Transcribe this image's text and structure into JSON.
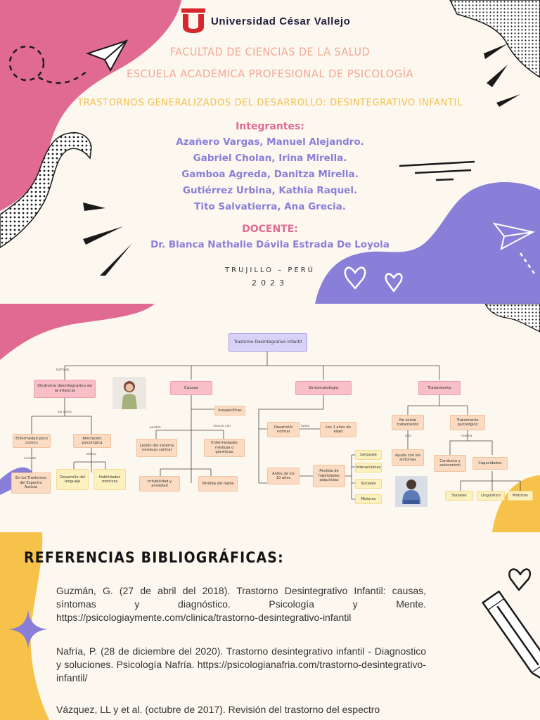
{
  "university": {
    "name": "Universidad César Vallejo"
  },
  "cover": {
    "faculty": "FACULTAD DE CIENCIAS DE LA SALUD",
    "school": "ESCUELA ACADÉMICA PROFESIONAL DE PSICOLOGÍA",
    "title": "TRASTORNOS GENERALIZADOS DEL DESARROLLO: DESINTEGRATIVO INFANTIL",
    "members_label": "Integrantes:",
    "members": [
      "Azañero Vargas, Manuel Alejandro.",
      "Gabriel Cholan, Irina Mirella.",
      "Gamboa Agreda, Danitza Mirella.",
      "Gutiérrez Urbina, Kathia Raquel.",
      "Tito Salvatierra, Ana Grecia."
    ],
    "teacher_label": "DOCENTE:",
    "teacher": "Dr. Blanca Nathalie Dávila Estrada De Loyola",
    "place": "TRUJILLO – PERÚ",
    "year": "2023",
    "colors": {
      "pink": "#e06a92",
      "purple": "#8a7fd8",
      "peach": "#f4a896",
      "yellow": "#f2c14e"
    }
  },
  "concept_map": {
    "root": "Trastorno Desintegrativo Infantil",
    "link_defined": "Definido",
    "categories": {
      "syndrome": "Síndrome desintegrativo de la infancia",
      "causes": "Causas",
      "symptoms": "Sintomatología",
      "treatment": "Tratamiento"
    },
    "syndrome": {
      "link_also": "así como",
      "alt_name": "Enfermedad poco común",
      "link_included": "incluida",
      "included_in": "En los Trastornos del Espectro Autista",
      "effect": "Afectación psicológica",
      "link_affects": "afecta",
      "affects": [
        "Desarrollo del lenguaje",
        "Habilidades motrices"
      ]
    },
    "causes": {
      "link_possible": "posible",
      "possible": "Lesión del sistema nervioso central",
      "link_linked": "vinculo con",
      "linked": "Enfermedades médicas o genéticas",
      "unspecified": "Inespecíficas",
      "extra": [
        "Irritabilidad y ansiedad",
        "Pérdida del habla"
      ]
    },
    "symptoms": {
      "normal_dev": "Desarrollo normal",
      "link_until": "hasta",
      "age": "Los 2 años de edad",
      "before": "Antes de los 10 años",
      "loss": "Pérdida de habilidades adquiridas",
      "skills": [
        "Lenguaje",
        "Interacciones",
        "Sociales",
        "Motoras"
      ]
    },
    "treatment": {
      "no_cure": "No existe tratamiento",
      "link_only": "solo",
      "help": "Ayuda con los síntomas",
      "psycho": "Tratamiento psicológico",
      "link_improve": "mejora",
      "behavior": "Conducta y autocontrol",
      "abilities": "Capacidades",
      "ability_types": [
        "Sociales",
        "Lingüístico",
        "Motrices"
      ]
    },
    "colors": {
      "root": "#d8d2f6",
      "category": "#f8c0c6",
      "sub": "#fbdcc3",
      "leaf": "#fdf0bf"
    }
  },
  "references": {
    "title": "REFERENCIAS BIBLIOGRÁFICAS:",
    "items": [
      "Guzmán, G. (27 de abril del 2018). Trastorno Desintegrativo Infantil: causas, síntomas y diagnóstico. Psicología y Mente. https://psicologiaymente.com/clinica/trastorno-desintegrativo-infantil",
      "Nafría, P. (28 de diciembre del 2020). Trastorno desintegrativo infantil - Diagnostico y soluciones. Psicología Nafría. https://psicologianafria.com/trastorno-desintegrativo-infantil/",
      "Vázquez, LL y et al. (octubre de 2017). Revisión del trastorno del espectro"
    ]
  }
}
